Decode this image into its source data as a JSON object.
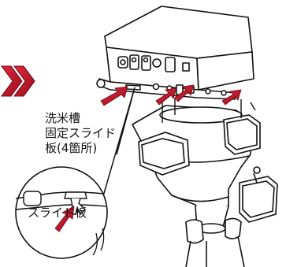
{
  "labels": {
    "main_line1": "洗米槽",
    "main_line2": "固定スライド",
    "main_line3": "板(4箇所)",
    "inset": "スライド板"
  },
  "colors": {
    "arrow_red": "#c8162a",
    "arrow_dark": "#9a0f1e",
    "line": "#111111",
    "fill": "#ffffff"
  },
  "icons": {
    "pointer": "double-chevron-right-icon",
    "callout": "red-arrow-icon"
  }
}
